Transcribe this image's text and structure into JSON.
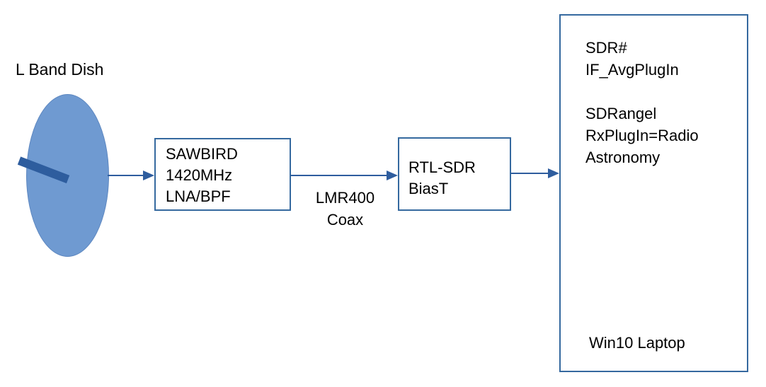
{
  "title": "L Band Dish",
  "colors": {
    "background": "#ffffff",
    "text": "#000000",
    "dish_fill": "#6f9ad1",
    "dish_stroke": "#5d87c0",
    "arm": "#2e5d9e",
    "arrow": "#2e5d9e",
    "box_border": "#35699f"
  },
  "boxes": {
    "lna": {
      "lines": [
        "SAWBIRD",
        "1420MHz",
        "LNA/BPF"
      ]
    },
    "rtl": {
      "lines": [
        "RTL-SDR",
        "BiasT"
      ]
    },
    "laptop": {
      "software_lines": [
        "SDR#",
        "IF_AvgPlugIn",
        "",
        "SDRangel",
        "RxPlugIn=Radio",
        "Astronomy"
      ],
      "label": "Win10 Laptop"
    }
  },
  "cable": {
    "lines": [
      "LMR400",
      "Coax"
    ]
  }
}
